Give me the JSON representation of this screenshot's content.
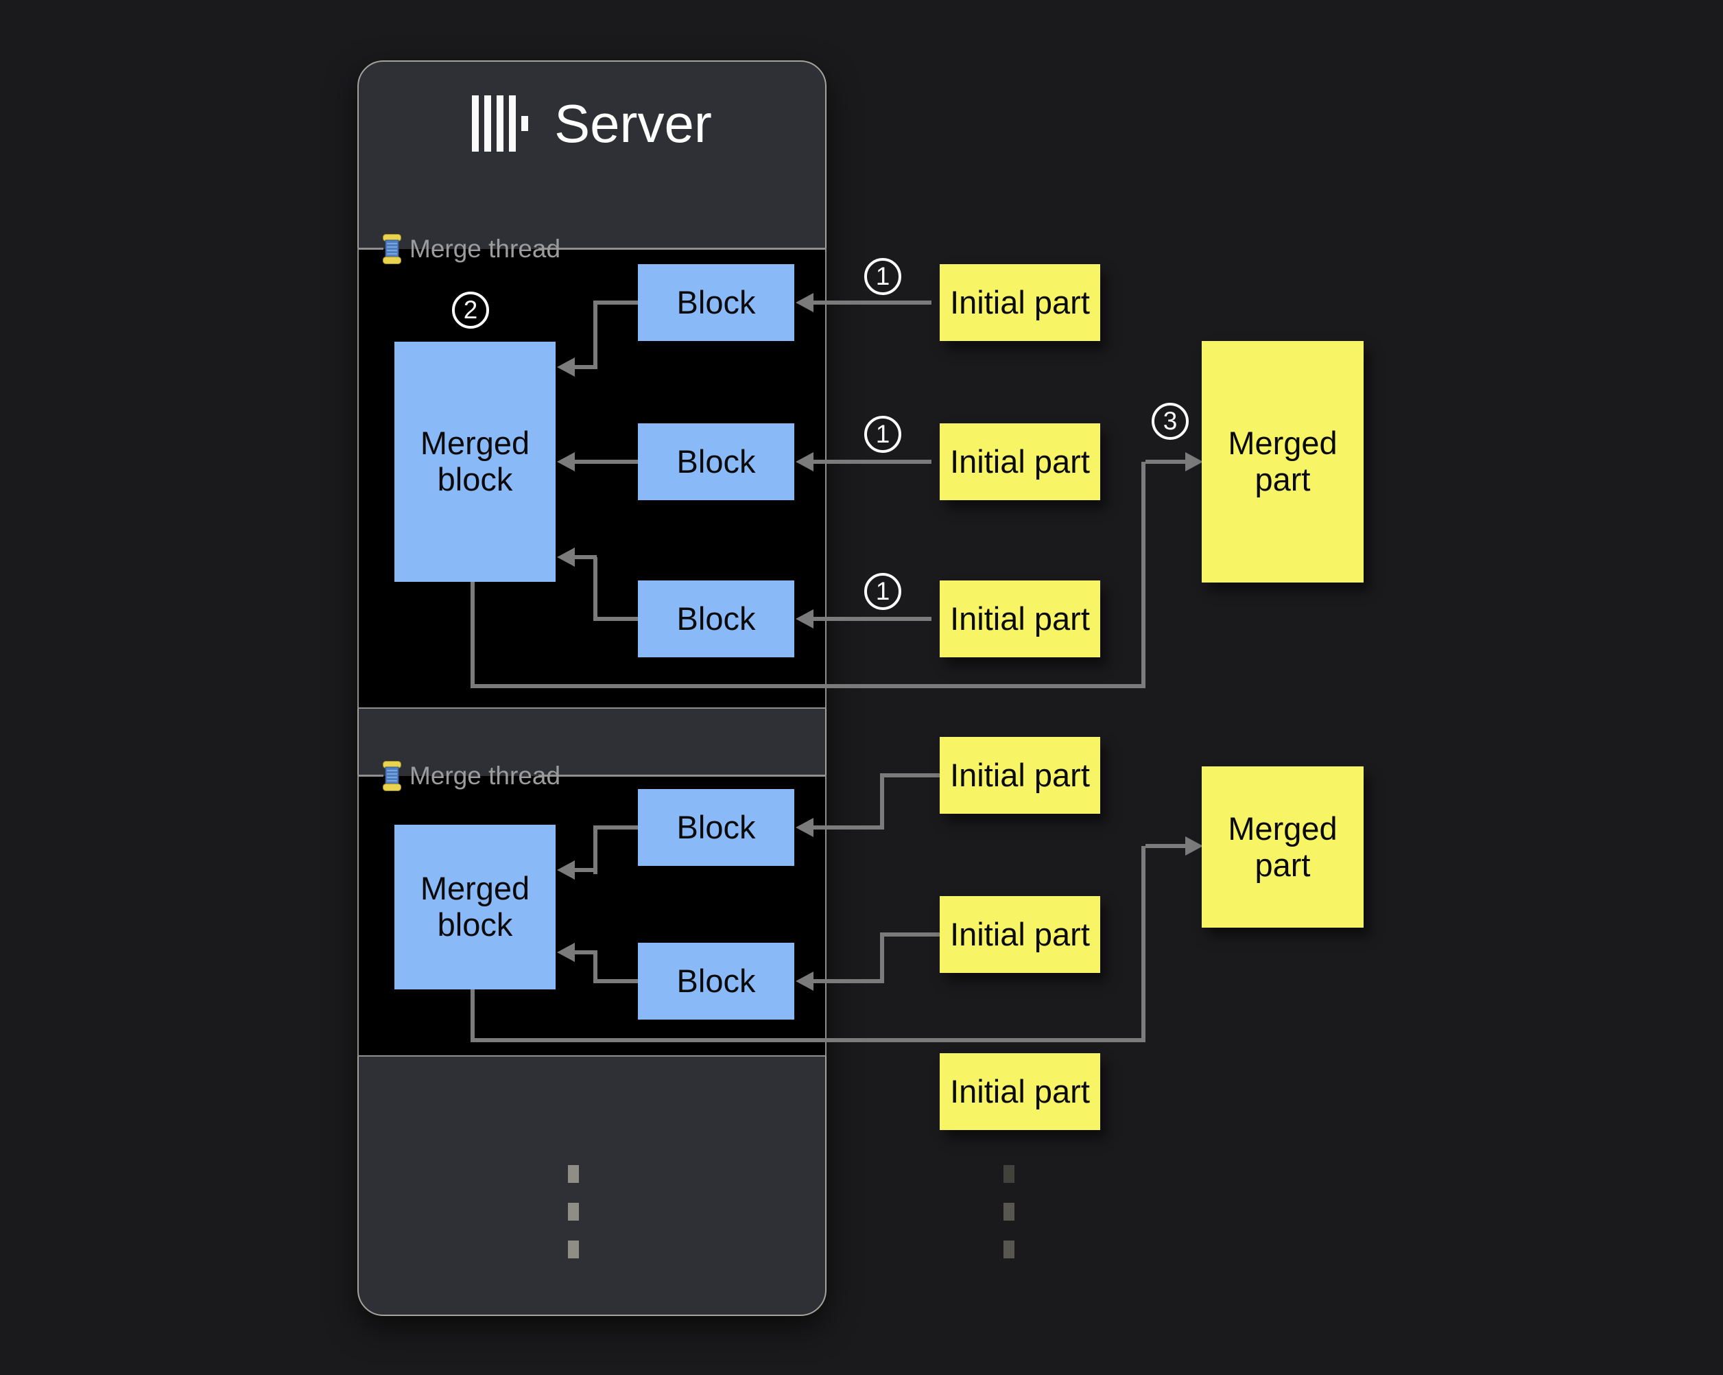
{
  "colors": {
    "page_bg": "#1A1A1C",
    "panel_bg": "#2E3036",
    "panel_border": "#A4A49A",
    "section_bg": "#000000",
    "section_border": "#8F8F8F",
    "block_fill": "#8AB9F8",
    "note_fill": "#F7F565",
    "connector": "#7B7B7B",
    "badge_color": "#FFFFFF",
    "label_text": "#9C9C9C"
  },
  "server": {
    "title": "Server",
    "logo_icon": "clickhouse-logo",
    "sections": [
      {
        "label": "Merge thread",
        "icon": "thread-spool",
        "merged_block": "Merged block",
        "blocks": [
          "Block",
          "Block",
          "Block"
        ]
      },
      {
        "label": "Merge thread",
        "icon": "thread-spool",
        "merged_block": "Merged block",
        "blocks": [
          "Block",
          "Block"
        ]
      }
    ]
  },
  "flow": {
    "initial_parts_top": [
      "Initial part",
      "Initial part",
      "Initial part"
    ],
    "merged_part_top": "Merged part",
    "initial_parts_bottom": [
      "Initial part",
      "Initial part",
      "Initial part"
    ],
    "merged_part_bottom": "Merged part",
    "steps": {
      "one": "1",
      "two": "2",
      "three": "3"
    }
  }
}
